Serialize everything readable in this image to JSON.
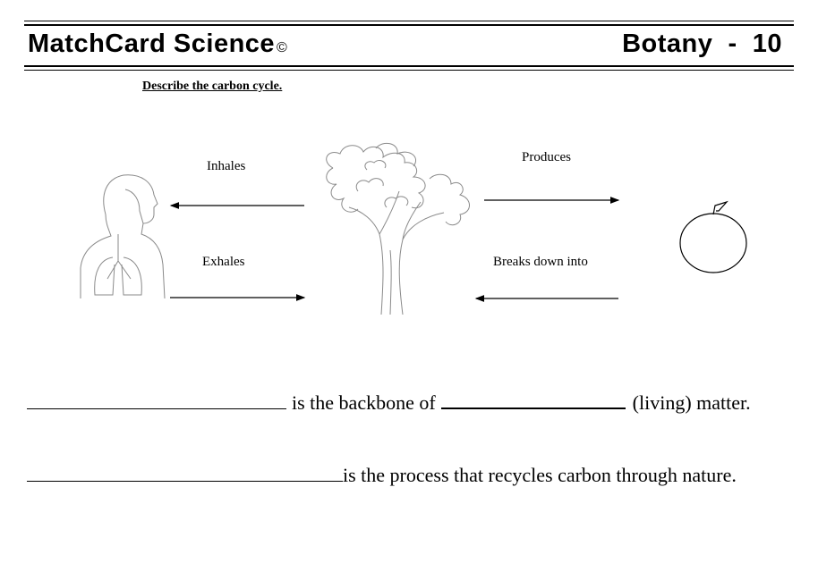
{
  "header": {
    "brand": "MatchCard Science",
    "copyright": "©",
    "subject": "Botany  -  10"
  },
  "prompt": "Describe the carbon cycle.",
  "diagram": {
    "inhales": "Inhales",
    "exhales": "Exhales",
    "produces": "Produces",
    "breaks_down": "Breaks down into"
  },
  "sentences": {
    "s1_middle": "is the backbone of",
    "s1_end": "(living) matter.",
    "s2_end": "is the process that recycles carbon through nature."
  }
}
